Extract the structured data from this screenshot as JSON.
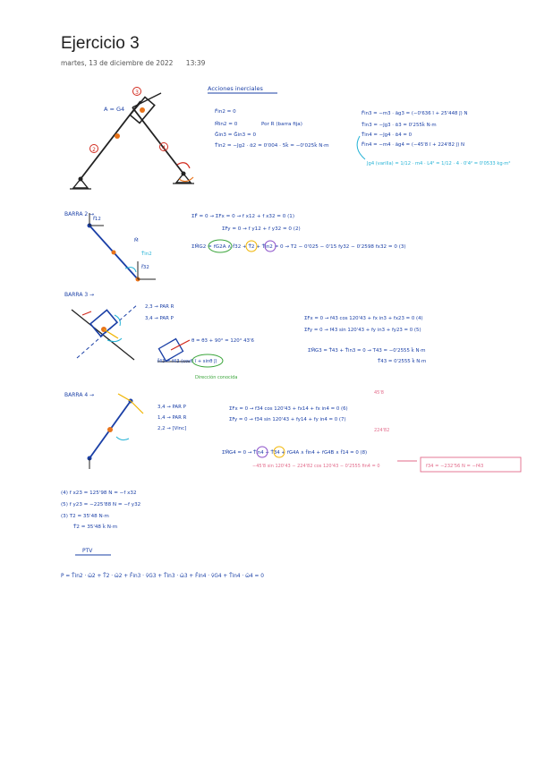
{
  "page": {
    "title": "Ejercicio 3",
    "date": "martes, 13 de diciembre de 2022",
    "time": "13:39"
  },
  "colors": {
    "ink": "#1a3fa6",
    "dark": "#222222",
    "orange": "#e8731a",
    "red": "#d22a1e",
    "green": "#3aa53a",
    "cyan": "#26b3d6",
    "purple": "#8a4fc9",
    "pink": "#e26a8a",
    "yellow": "#f0b400"
  },
  "section1": {
    "heading": "Acciones inerciales",
    "fig_label": "A = G4",
    "node_labels": [
      "2",
      "3",
      "4"
    ],
    "eq_left": [
      "F̄in2 = 0",
      "M̄in2 = 0",
      "Ḡin3 = Ḡin3 = 0",
      "T̄in2 = −Jg2 · ᾱ2 = 0'004 · 5k̄ = −0'025k̄ N·m"
    ],
    "eq_left_note": "Por R (barra fija)",
    "eq_right": [
      "F̄in3 = −m3 · āg3 = (−0'636 ī + 25'448 j̄) N",
      "T̄in3 = −Jg3 · ᾱ3 = 0'255k̄ N·m",
      "T̄in4 = −Jg4 · ᾱ4 = 0",
      "F̄in4 = −m4 · āg4 = (−45'8 ī + 224'82 j̄) N"
    ],
    "jg_note": "Jg4 (varilla) = 1/12 · m4 · L4² = 1/12 · 4 · 0'4² = 0'0533 kg·m²"
  },
  "section2": {
    "heading": "BARRA 2 →",
    "labels": [
      "f⃗12",
      "f⃗32",
      "M̄",
      "T̄in2"
    ],
    "eqs": [
      "ΣF̄ = 0 → ΣFx = 0 → f x12 + f x32 = 0 (1)",
      "ΣFy = 0 → f y12 + f y32 = 0 (2)",
      "ΣM̄G2 = r̄G2A ∧ f̄32 + T̄2 + T̄in2 = 0 → T2 − 0'025 − 0'15 fy32 − 0'2598 fx32 = 0 (3)"
    ]
  },
  "section3": {
    "heading": "BARRA 3 →",
    "side_notes": [
      "2,3 → PAR R",
      "3,4 → PAR P"
    ],
    "angle_note": "θ = θ3 + 90° = 120° 43'6",
    "decomp": "f̄43 = f43 (cosθ ī + sinθ j̄)",
    "decomp_note": "Dirección conocida",
    "eqs": [
      "ΣFx = 0 → f43 cos 120'43 + fx in3 + fx23 = 0 (4)",
      "ΣFy = 0 → f43 sin 120'43 + fy in3 + fy23 = 0 (5)",
      "ΣM̄G3 = T̄43 + T̄in3 = 0 → T43 = −0'2555 k̄ N·m",
      "T̄43 = 0'2555 k̄ N·m"
    ]
  },
  "section4": {
    "heading": "BARRA 4 →",
    "side_notes": [
      "3,4 → PAR P",
      "1,4 → PAR R",
      "2,2 → [Vinc]"
    ],
    "eqs": [
      "ΣFx = 0 → f34 cos 120'43 + fx14 + fx in4 = 0 (6)",
      "ΣFy = 0 → f34 sin 120'43 + fy14 + fy in4 = 0 (7)",
      "ΣM̄G4 = 0 → T̄in4 + T̄34 + r̄G4A ∧ f̄in4 + r̄G4B ∧ f̄14 = 0 (8)"
    ],
    "pink_notes": [
      "45'8",
      "224'82",
      "−45'8 sin 120'43 − 224'82 cos 120'43 − 0'2555 fin4 = 0"
    ],
    "boxed": "f34 = −232'56 N = −f43"
  },
  "results": [
    "(4) f x23 = 125'98 N = −f x32",
    "(5) f y23 = −225'88 N = −f y32",
    "(3) T2 = 35'48 N·m",
    "T̄2 = 35'48 k̄ N·m"
  ],
  "ptv": {
    "heading": "PTV",
    "equation": "P = T̄in2 · ω̄2 + T̄2 · ω̄2 + F̄in3 · v̄G3 + T̄in3 · ω̄3 + F̄in4 · v̄G4 + T̄in4 · ω̄4 = 0"
  }
}
